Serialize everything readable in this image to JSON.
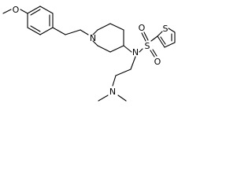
{
  "diagram": {
    "atoms": {
      "o_methoxy": "O",
      "n_piperidine": "N",
      "n_sulfonamide": "N",
      "s_sulfonyl": "S",
      "o_sulfonyl_top": "O",
      "o_sulfonyl_bottom": "O",
      "s_thiophene": "S",
      "n_dimethylamino": "N"
    }
  }
}
